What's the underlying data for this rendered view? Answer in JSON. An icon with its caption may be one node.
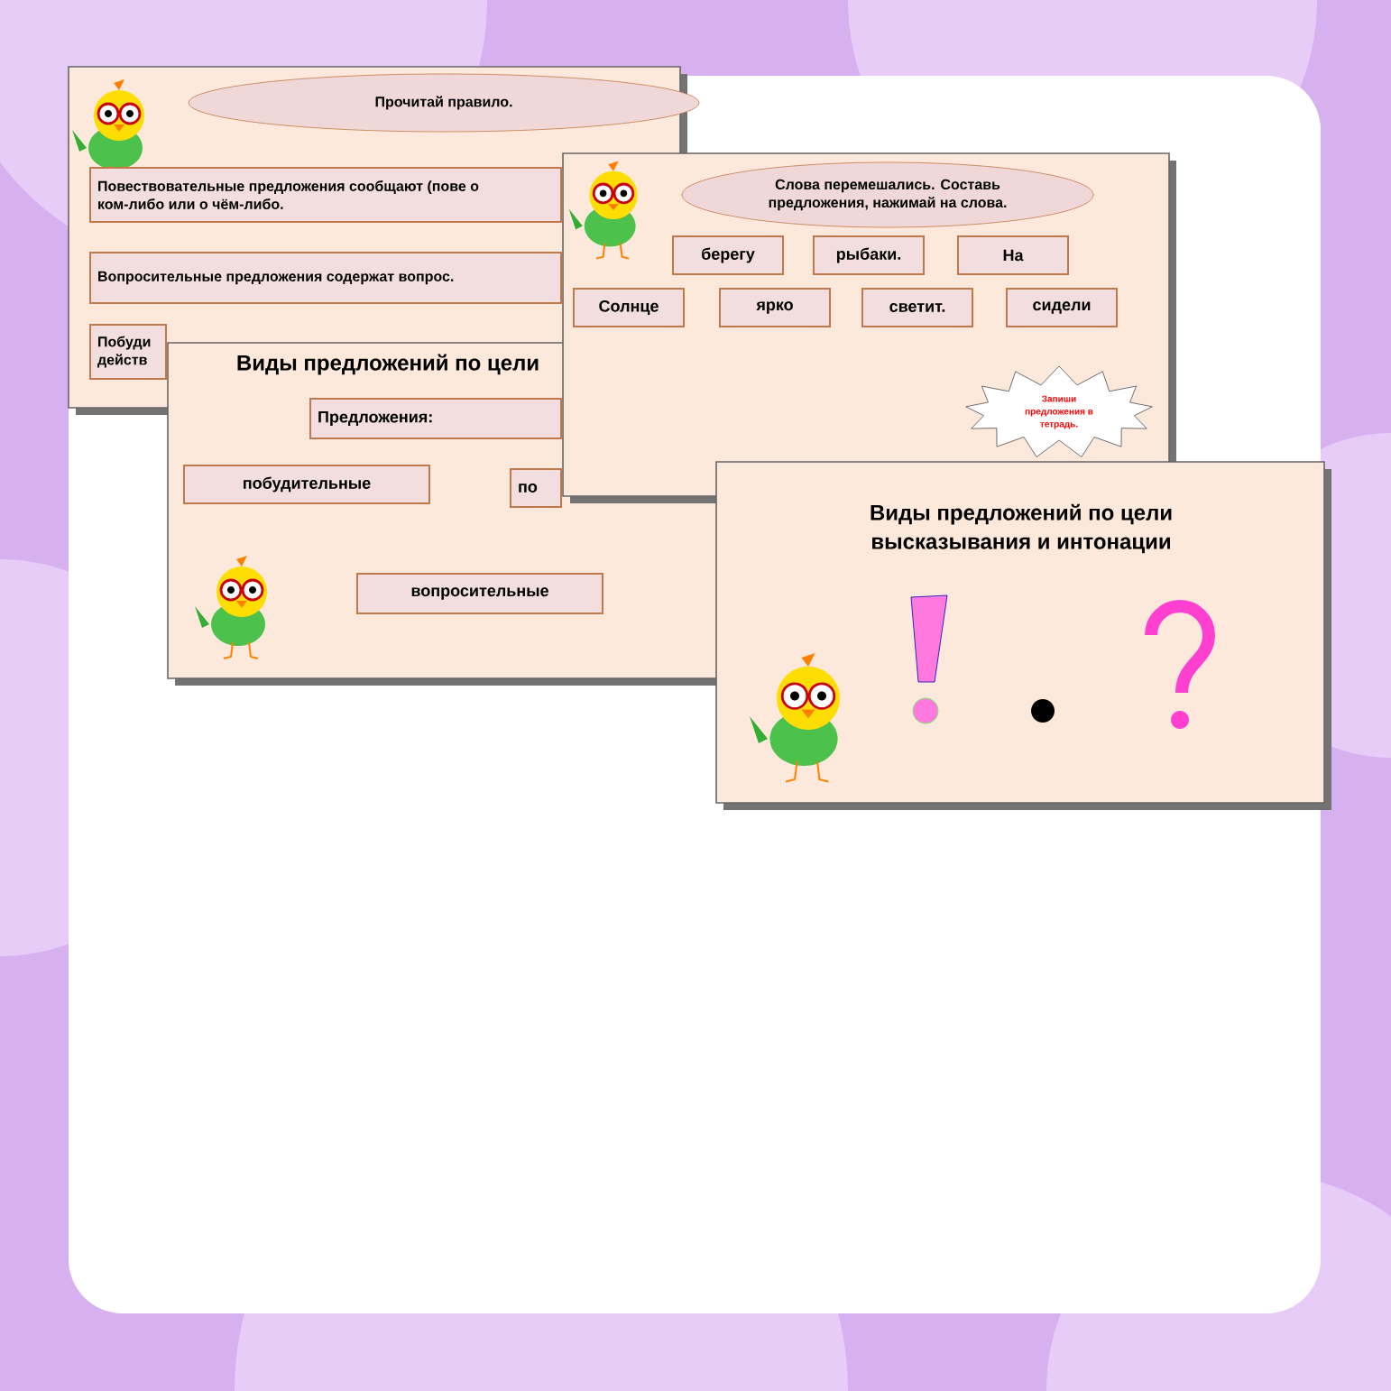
{
  "diagram": {
    "nodes": [
      {
        "text": [
          "Прочитай правило."
        ]
      },
      {
        "text": [
          "Повествовательные предложения сообщают (пове о ком-либо или о чём-либо."
        ]
      },
      {
        "text": [
          "Вопросительные предложения содержат вопрос."
        ]
      },
      {
        "text": [
          "Побуди действ"
        ]
      },
      {
        "text": [
          "Предложения:"
        ]
      },
      {
        "text": [
          "побудительные"
        ]
      },
      {
        "text": [
          "по"
        ]
      },
      {
        "text": [
          "вопросительные"
        ]
      },
      {
        "text": [
          "Слова перемешались. Составь предложения, нажимай на слова."
        ]
      },
      {
        "text": [
          "берегу"
        ]
      },
      {
        "text": [
          "рыбаки."
        ]
      },
      {
        "text": [
          "На"
        ]
      },
      {
        "text": [
          "Солнце"
        ]
      },
      {
        "text": [
          "ярко"
        ]
      },
      {
        "text": [
          "светит."
        ]
      },
      {
        "text": [
          "сидели"
        ]
      },
      {
        "text": [
          "Запиши предложения в тетрадь."
        ]
      }
    ],
    "edges": [],
    "labels": [
      "Виды предложений по цели",
      "Виды предложений по цели высказывания и интонации"
    ]
  }
}
